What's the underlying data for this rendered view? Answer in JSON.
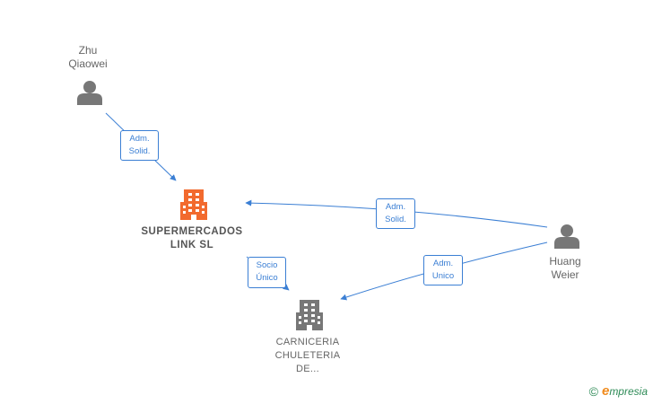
{
  "persons": [
    {
      "id": "zhu",
      "name_line1": "Zhu",
      "name_line2": "Qiaowei"
    },
    {
      "id": "huang",
      "name_line1": "Huang",
      "name_line2": "Weier"
    }
  ],
  "companies": [
    {
      "id": "super",
      "name_line1": "SUPERMERCADOS",
      "name_line2": "LINK  SL",
      "name_line3": "",
      "color": "#f26a2e"
    },
    {
      "id": "carn",
      "name_line1": "CARNICERIA",
      "name_line2": "CHULETERIA",
      "name_line3": "DE...",
      "color": "#777777"
    }
  ],
  "edges": [
    {
      "id": "e1",
      "from": "zhu",
      "to": "super",
      "line1": "Adm.",
      "line2": "Solid."
    },
    {
      "id": "e2",
      "from": "huang",
      "to": "super",
      "line1": "Adm.",
      "line2": "Solid."
    },
    {
      "id": "e3",
      "from": "super",
      "to": "carn",
      "line1": "Socio",
      "line2": "Único"
    },
    {
      "id": "e4",
      "from": "huang",
      "to": "carn",
      "line1": "Adm.",
      "line2": "Unico"
    }
  ],
  "colors": {
    "edge": "#3b7fd4",
    "person_icon": "#777777"
  },
  "brand": {
    "copyright": "©",
    "initial": "e",
    "name": "mpresia"
  }
}
